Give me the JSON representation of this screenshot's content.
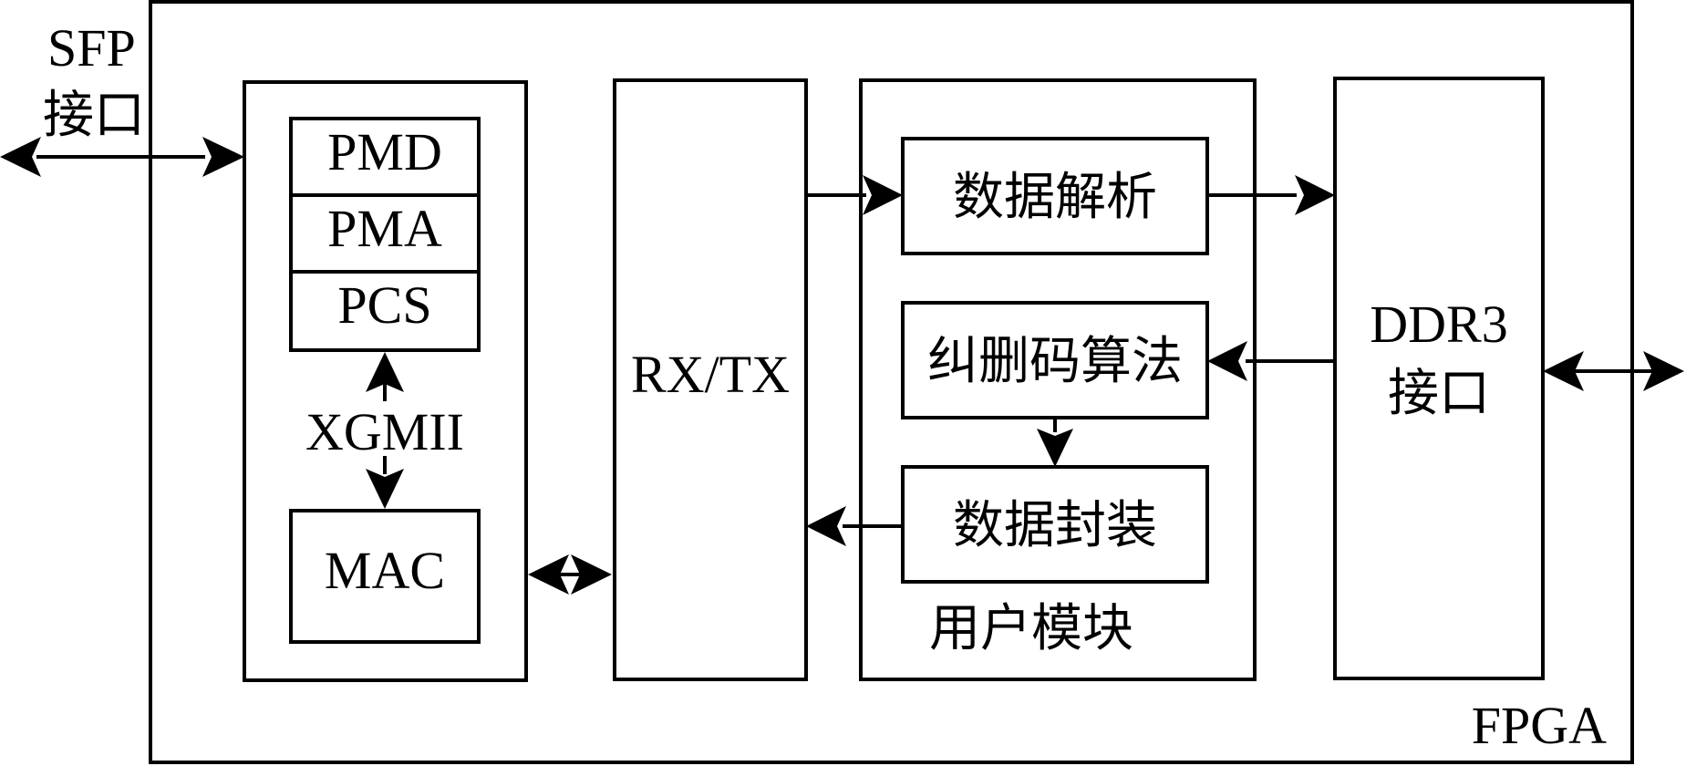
{
  "fpga_label": "FPGA",
  "sfp_interface": {
    "line1": "SFP",
    "line2": "接口"
  },
  "pcs_stack": {
    "pmd": "PMD",
    "pma": "PMA",
    "pcs": "PCS",
    "xgmii": "XGMII",
    "mac": "MAC"
  },
  "rxtx_label": "RX/TX",
  "user_module": {
    "label": "用户模块",
    "parse": "数据解析",
    "erasure": "纠删码算法",
    "encap": "数据封装"
  },
  "ddr3_interface": {
    "line1": "DDR3",
    "line2": "接口"
  },
  "colors": {
    "stroke": "#000000",
    "background": "#ffffff"
  }
}
